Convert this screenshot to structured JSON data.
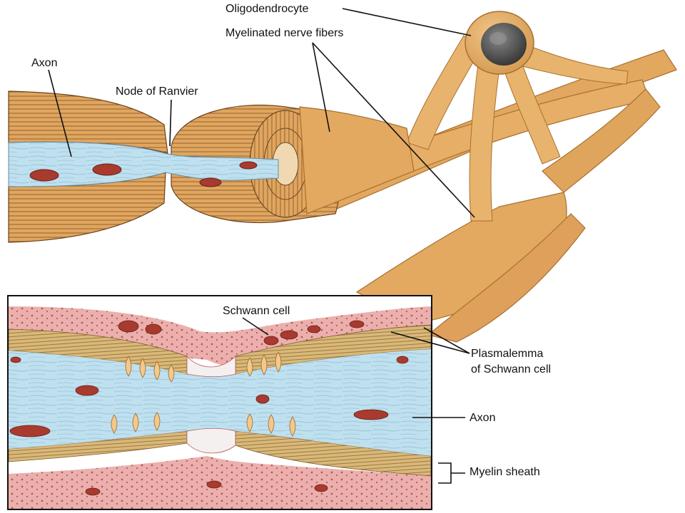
{
  "labels": {
    "oligodendrocyte": "Oligodendrocyte",
    "myelinated_fibers": "Myelinated nerve fibers",
    "axon_top": "Axon",
    "node_of_ranvier": "Node of Ranvier",
    "schwann_cell": "Schwann cell",
    "plasmalemma_line1": "Plasmalemma",
    "plasmalemma_line2": "of Schwann cell",
    "axon_inset": "Axon",
    "myelin_sheath": "Myelin sheath"
  },
  "colors": {
    "myelin": "#e3a95c",
    "myelin_dark": "#b97a35",
    "axoplasm": "#bcdff0",
    "mitochondria": "#a83a2e",
    "schwann_cytoplasm": "#e9a3a3",
    "inset_border": "#111111"
  }
}
